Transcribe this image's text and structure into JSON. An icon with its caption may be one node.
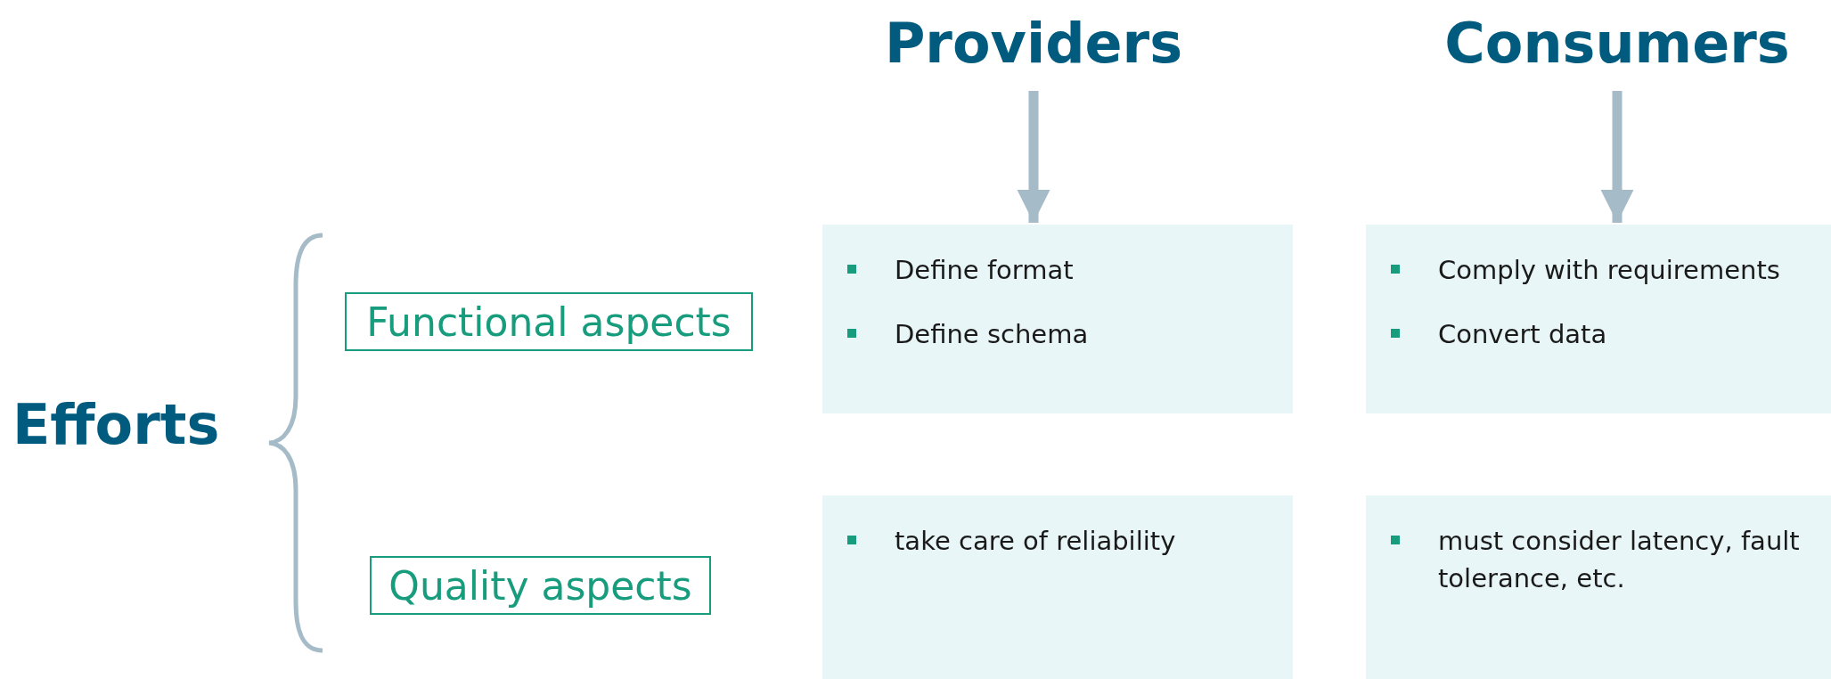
{
  "diagram": {
    "nodes": [
      {
        "text": [
          "Providers"
        ]
      },
      {
        "text": [
          "Consumers"
        ]
      },
      {
        "text": [
          "Efforts"
        ]
      },
      {
        "text": [
          "Functional aspects"
        ]
      },
      {
        "text": [
          "Define format",
          "Define schema"
        ]
      },
      {
        "text": [
          "Comply with requirements",
          "Convert data"
        ]
      },
      {
        "text": [
          "Quality aspects"
        ]
      },
      {
        "text": [
          "take care of reliability"
        ]
      },
      {
        "text": [
          "must consider latency, fault tolerance, etc."
        ]
      }
    ],
    "edges": [
      {
        "from": 0,
        "to": 4,
        "arrow": "to"
      },
      {
        "from": 1,
        "to": 5,
        "arrow": "to"
      }
    ]
  }
}
